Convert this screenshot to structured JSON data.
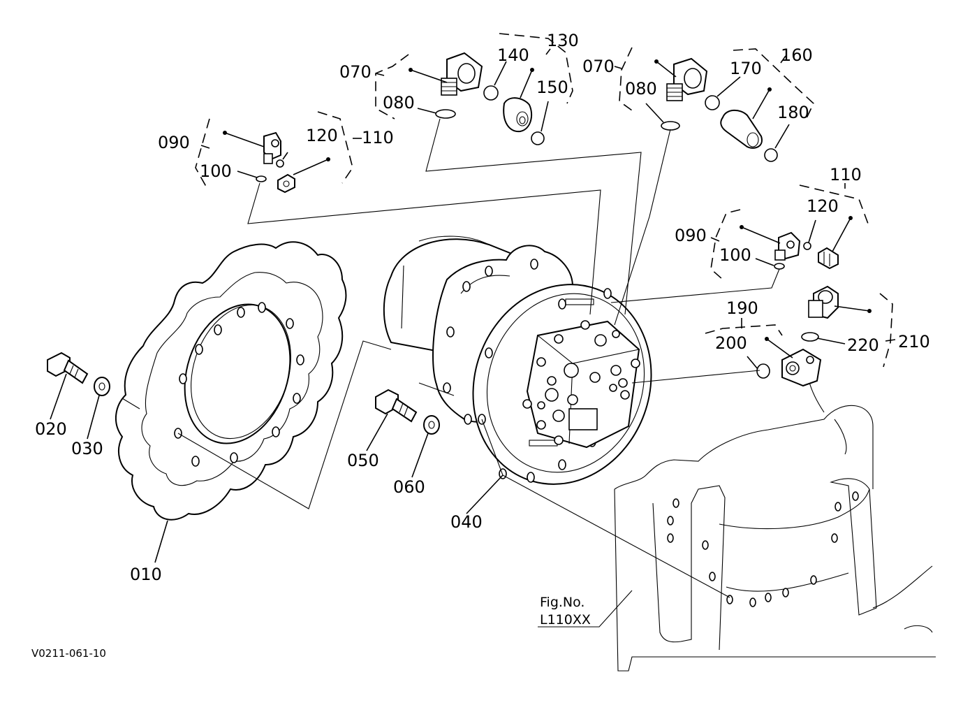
{
  "diagram": {
    "callouts": {
      "c010": "010",
      "c020": "020",
      "c030": "030",
      "c040": "040",
      "c050": "050",
      "c060": "060",
      "c070_left": "070",
      "c070_right": "070",
      "c080_left": "080",
      "c080_right": "080",
      "c090_top": "090",
      "c090_right": "090",
      "c100_top": "100",
      "c100_right": "100",
      "c110_top": "110",
      "c110_right": "110",
      "c120_top": "120",
      "c120_right": "120",
      "c130": "130",
      "c140": "140",
      "c150": "150",
      "c160": "160",
      "c170": "170",
      "c180": "180",
      "c190": "190",
      "c200": "200",
      "c210": "210",
      "c220": "220"
    },
    "fig_label": "Fig.No.",
    "fig_number": "L110XX",
    "drawing_code": "V0211-061-10"
  }
}
